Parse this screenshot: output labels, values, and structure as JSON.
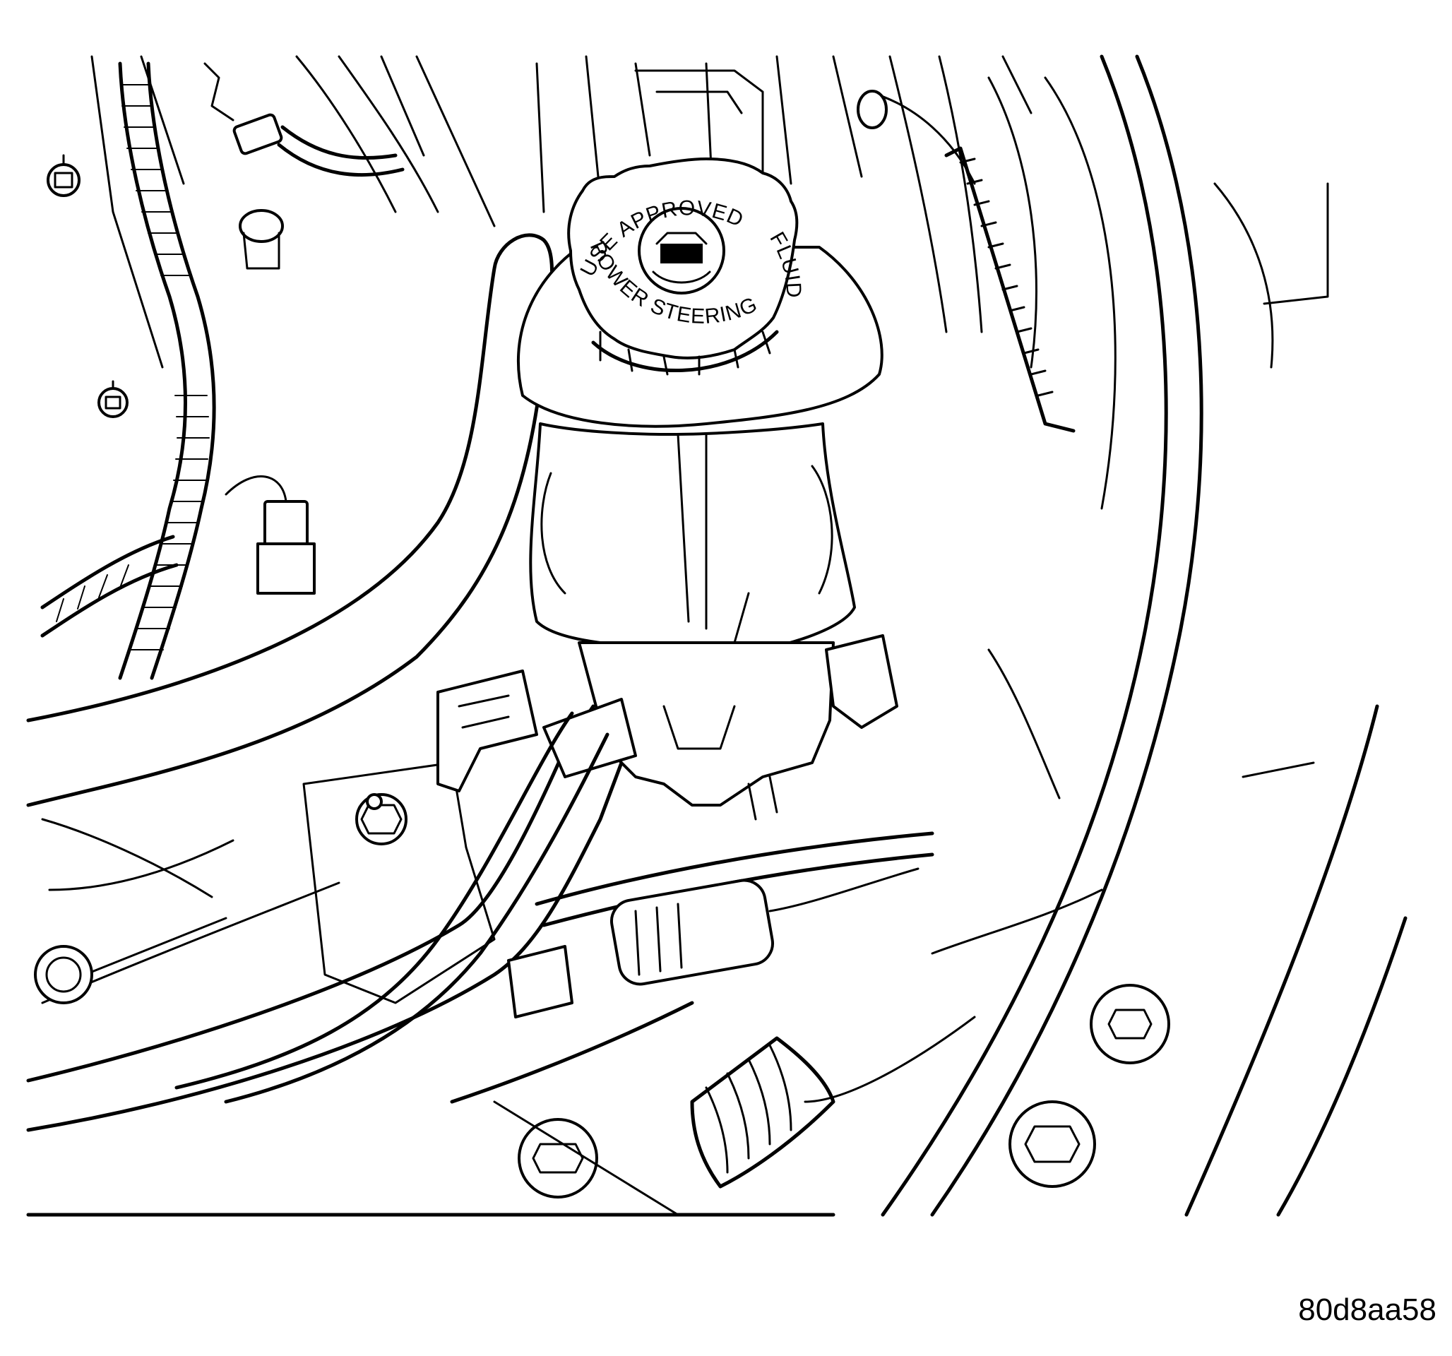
{
  "figure": {
    "code": "80d8aa58",
    "cap_text_top": "USE APPROVED",
    "cap_text_right": "FLUID",
    "cap_text_bottom": "POWER STEERING"
  }
}
